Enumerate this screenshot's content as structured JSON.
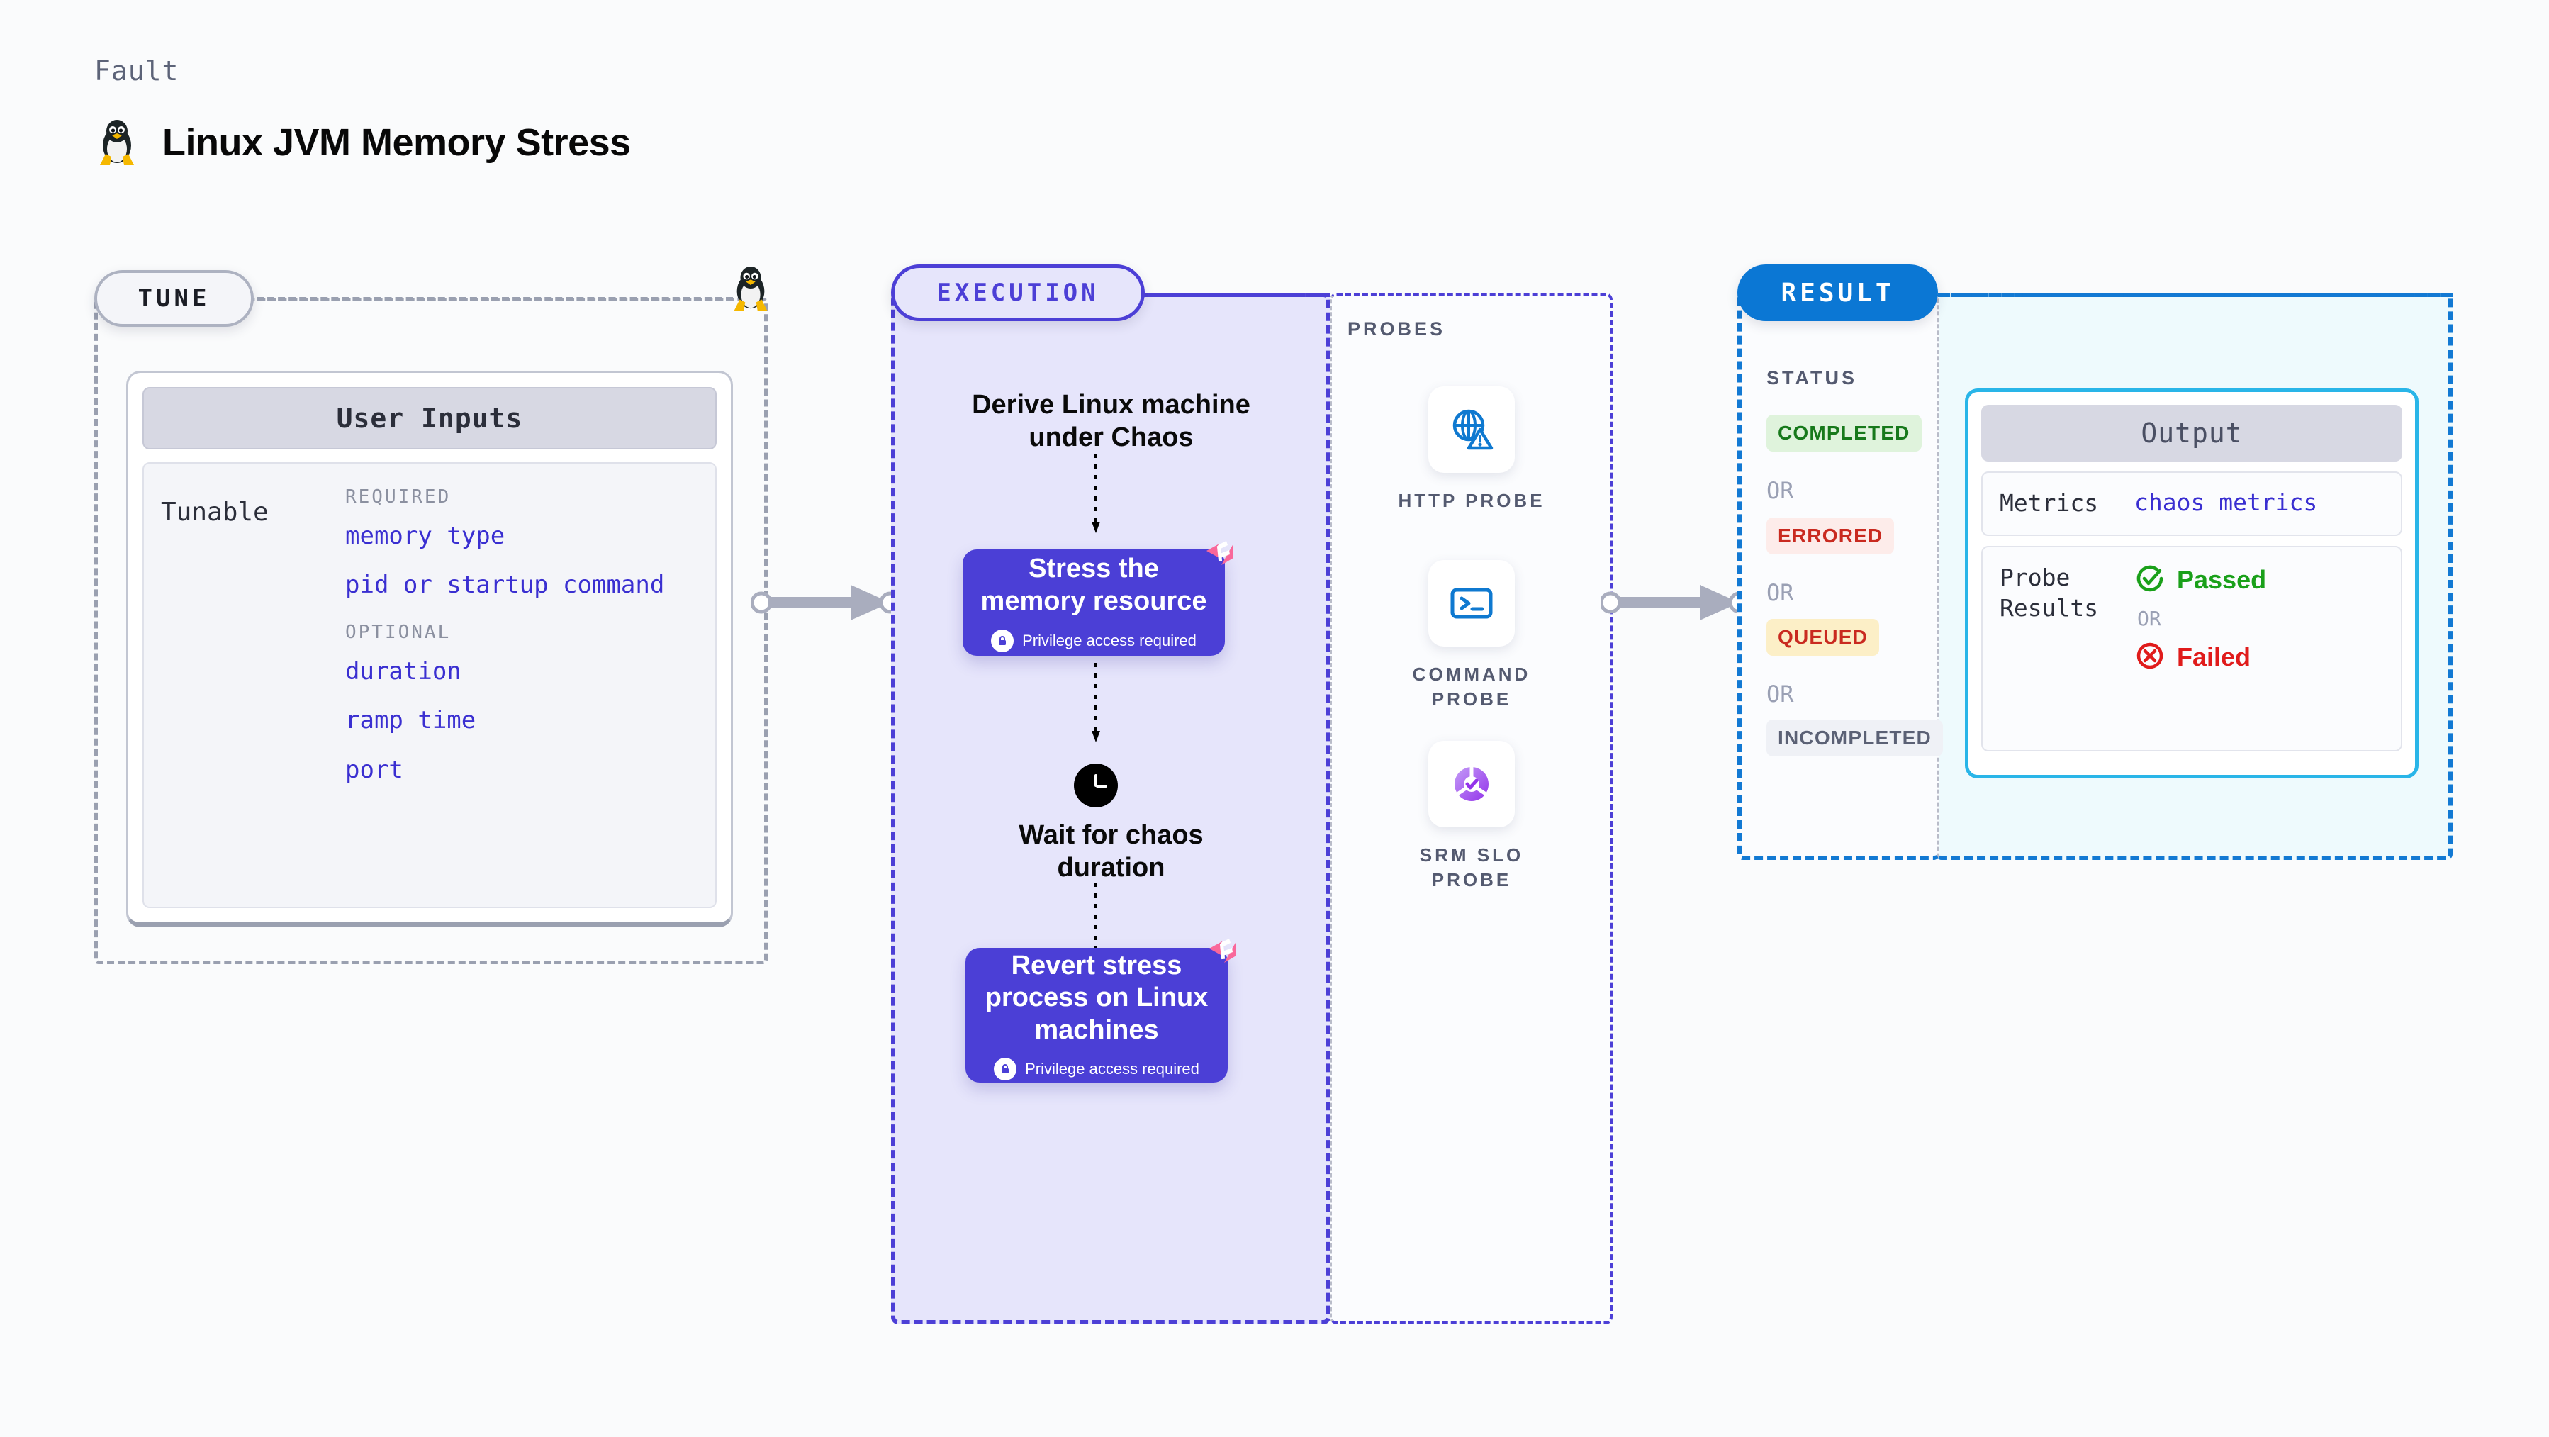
{
  "header": {
    "kicker": "Fault",
    "title": "Linux JVM Memory Stress",
    "icon": "linux-penguin-icon"
  },
  "tune": {
    "badge": "TUNE",
    "card_title": "User Inputs",
    "tunable_label": "Tunable",
    "groups": [
      {
        "label": "REQUIRED",
        "items": [
          "memory type",
          "pid or startup command"
        ]
      },
      {
        "label": "OPTIONAL",
        "items": [
          "duration",
          "ramp time",
          "port"
        ]
      }
    ]
  },
  "execution": {
    "badge": "EXECUTION",
    "steps": [
      {
        "type": "text",
        "label": "Derive Linux machine\nunder Chaos"
      },
      {
        "type": "node",
        "label": "Stress the\nmemory resource",
        "note": "Privilege access required",
        "note_icon": "lock-icon",
        "brand_icon": "harness-logo-icon"
      },
      {
        "type": "wait",
        "label": "Wait for chaos\nduration",
        "icon": "clock-icon"
      },
      {
        "type": "node",
        "label": "Revert stress\nprocess on Linux\nmachines",
        "note": "Privilege access required",
        "note_icon": "lock-icon",
        "brand_icon": "harness-logo-icon"
      }
    ]
  },
  "probes": {
    "title": "PROBES",
    "items": [
      {
        "name": "HTTP  PROBE",
        "icon": "globe-alert-icon"
      },
      {
        "name": "COMMAND\nPROBE",
        "icon": "terminal-icon"
      },
      {
        "name": "SRM  SLO\nPROBE",
        "icon": "slo-donut-check-icon"
      }
    ]
  },
  "result": {
    "badge": "RESULT",
    "status_title": "STATUS",
    "or_label": "OR",
    "statuses": [
      {
        "label": "COMPLETED",
        "bg": "#dff3dc",
        "fg": "#17791b"
      },
      {
        "label": "ERRORED",
        "bg": "#fdecea",
        "fg": "#c92a20"
      },
      {
        "label": "QUEUED",
        "bg": "#fcefc7",
        "fg": "#c92a20"
      },
      {
        "label": "INCOMPLETED",
        "bg": "#eff1f6",
        "fg": "#5b6175"
      }
    ],
    "output": {
      "title": "Output",
      "metrics_label": "Metrics",
      "metrics_value": "chaos metrics",
      "probe_results_label": "Probe\nResults",
      "passed_label": "Passed",
      "failed_label": "Failed",
      "or_label": "OR",
      "passed_icon": "check-circle-icon",
      "failed_icon": "x-circle-icon"
    }
  },
  "colors": {
    "execution_accent": "#4c3fd6",
    "result_accent": "#0b77d4",
    "output_border": "#29b5e8",
    "node_fill": "#4b3fd6",
    "tune_border": "#9aa0b0",
    "link_text": "#3a2fd1",
    "passed": "#1aa01a",
    "failed": "#e01b1b",
    "harness_pink": "#f9679a"
  }
}
